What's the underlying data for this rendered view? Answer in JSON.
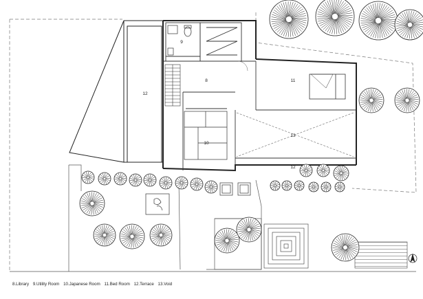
{
  "rooms": {
    "library": "8",
    "utility": "9",
    "japanese": "10",
    "bedroom": "11",
    "terrace_west": "12",
    "void": "13",
    "terrace_south": "12"
  },
  "legend": [
    "8.Library",
    "9.Utility Room",
    "10.Japanese Room",
    "11.Bed Room",
    "12.Terrace",
    "13.Void"
  ]
}
